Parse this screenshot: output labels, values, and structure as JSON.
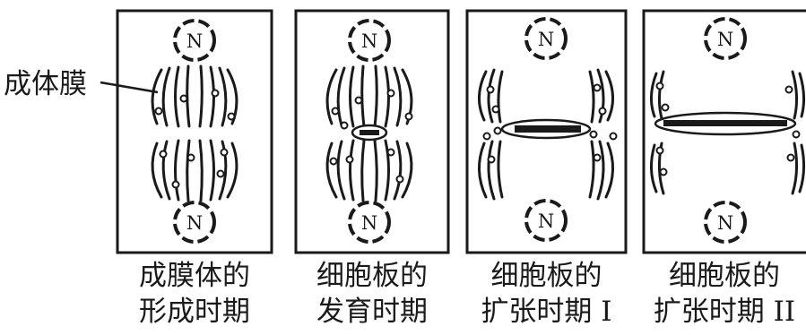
{
  "annotation": {
    "label": "成体膜"
  },
  "nucleus_letter": "N",
  "panels": [
    {
      "caption_line1": "成膜体的",
      "caption_line2": "形成时期"
    },
    {
      "caption_line1": "细胞板的",
      "caption_line2": "发育时期"
    },
    {
      "caption_line1": "细胞板的",
      "caption_line2": "扩张时期 I"
    },
    {
      "caption_line1": "细胞板的",
      "caption_line2": "扩张时期 II"
    }
  ]
}
